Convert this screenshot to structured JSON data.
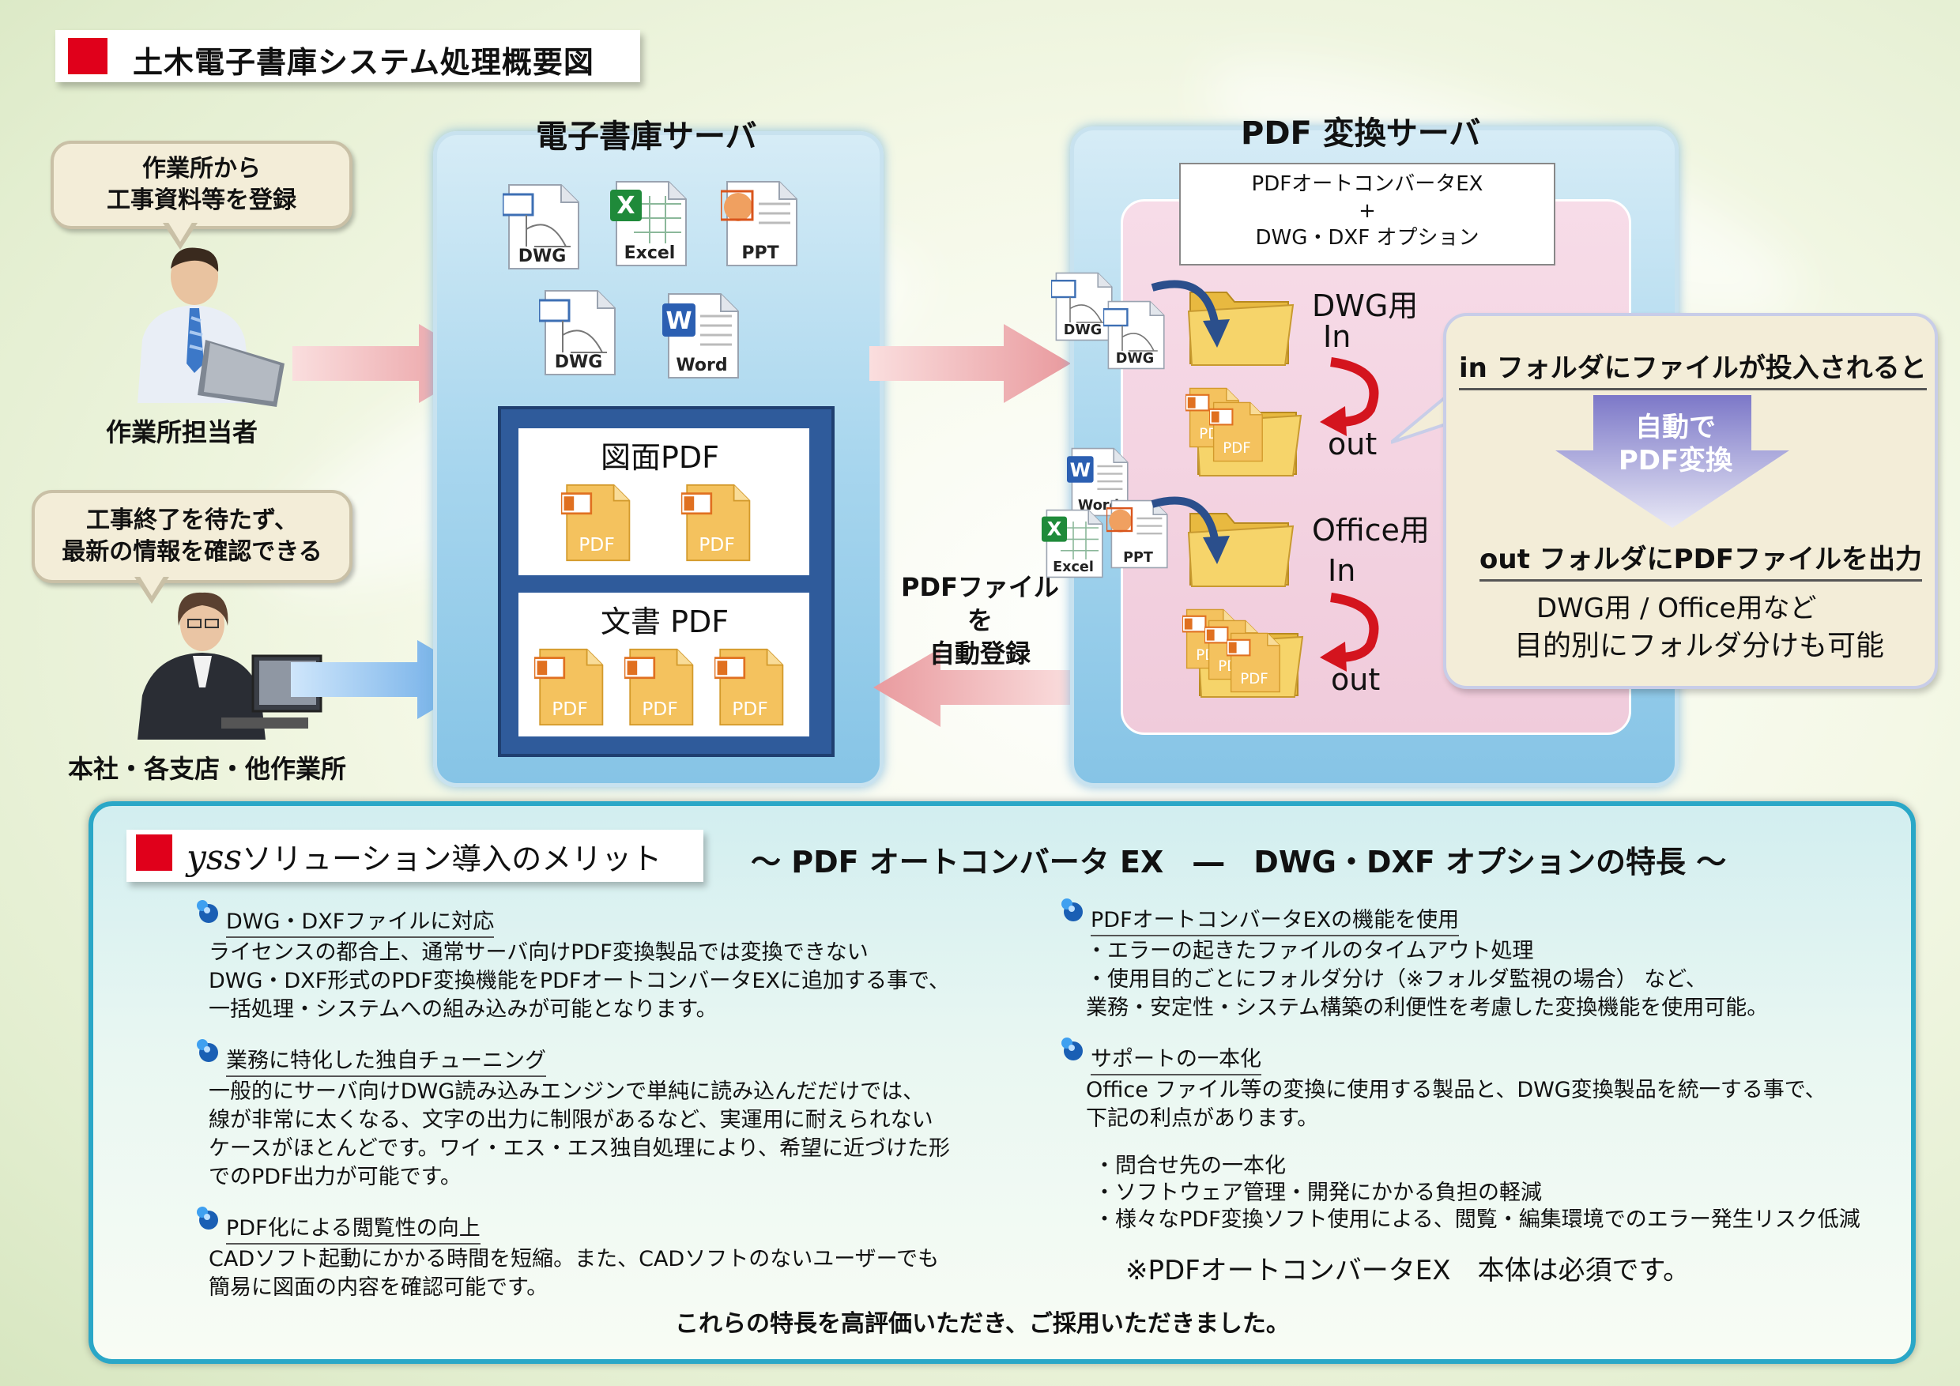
{
  "header": {
    "title": "土木電子書庫システム処理概要図"
  },
  "persons": [
    {
      "bubble_lines": [
        "作業所から",
        "工事資料等を登録"
      ],
      "label": "作業所担当者"
    },
    {
      "bubble_lines": [
        "工事終了を待たず、",
        "最新の情報を確認できる"
      ],
      "label": "本社・各支店・他作業所"
    }
  ],
  "ebook_server": {
    "title": "電子書庫サーバ",
    "files": [
      "DWG",
      "Excel",
      "PPT",
      "DWG",
      "Word"
    ],
    "drawing_card": "図面PDF",
    "document_card": "文書 PDF",
    "pdf_label": "PDF"
  },
  "auto_register": [
    "PDFファイルを",
    "自動登録"
  ],
  "pdf_server": {
    "title": "PDF 変換サーバ",
    "converter": [
      "PDFオートコンバータEX",
      "+",
      "DWG・DXF オプション"
    ],
    "dwg_folder": "DWG用",
    "office_folder": "Office用",
    "in_label": "In",
    "out_label": "out",
    "small_files": [
      "DWG",
      "DWG",
      "Word",
      "Excel",
      "PPT"
    ]
  },
  "callout": {
    "line1": "in フォルダにファイルが投入されると",
    "arrow_text": [
      "自動で",
      "PDF変換"
    ],
    "line2": "out フォルダにPDFファイルを出力",
    "line3": "DWG用 / Office用など",
    "line4": "目的別にフォルダ分けも可能"
  },
  "merits": {
    "heading_logo": "yss",
    "heading": "ソリューション導入のメリット",
    "feature_title": "～ PDF オートコンバータ EX　―　DWG・DXF オプションの特長 ～",
    "left_sections": [
      {
        "title": "DWG・DXFファイルに対応",
        "lines": [
          "ライセンスの都合上、通常サーバ向けPDF変換製品では変換できない",
          "DWG・DXF形式のPDF変換機能をPDFオートコンバータEXに追加する事で、",
          "一括処理・システムへの組み込みが可能となります。"
        ]
      },
      {
        "title": "業務に特化した独自チューニング",
        "lines": [
          "一般的にサーバ向けDWG読み込みエンジンで単純に読み込んだだけでは、",
          "線が非常に太くなる、文字の出力に制限があるなど、実運用に耐えられない",
          "ケースがほとんどです。ワイ・エス・エス独自処理により、希望に近づけた形",
          "でのPDF出力が可能です。"
        ]
      },
      {
        "title": "PDF化による閲覧性の向上",
        "lines": [
          "CADソフト起動にかかる時間を短縮。また、CADソフトのないユーザーでも",
          "簡易に図面の内容を確認可能です。"
        ]
      }
    ],
    "right_sections": [
      {
        "title": "PDFオートコンバータEXの機能を使用",
        "lines": [
          "・エラーの起きたファイルのタイムアウト処理",
          "・使用目的ごとにフォルダ分け（※フォルダ監視の場合）  など、",
          "  業務・安定性・システム構築の利便性を考慮した変換機能を使用可能。"
        ]
      },
      {
        "title": "サポートの一本化",
        "lines": [
          "Office ファイル等の変換に使用する製品と、DWG変換製品を統一する事で、",
          "下記の利点があります。"
        ],
        "bullets": [
          "・問合せ先の一本化",
          "・ソフトウェア管理・開発にかかる負担の軽減",
          "・様々なPDF変換ソフト使用による、閲覧・編集環境でのエラー発生リスク低減"
        ]
      }
    ],
    "note": "※PDFオートコンバータEX　本体は必須です。",
    "closing": "これらの特長を高評価いただき、ご採用いただきました。"
  },
  "colors": {
    "red": "#e0001b",
    "navy": "#2f5b9b",
    "teal_border": "#2aa7c7",
    "pink_arrow": "#f0b4b6",
    "blue_arrow": "#7fb8e8"
  }
}
